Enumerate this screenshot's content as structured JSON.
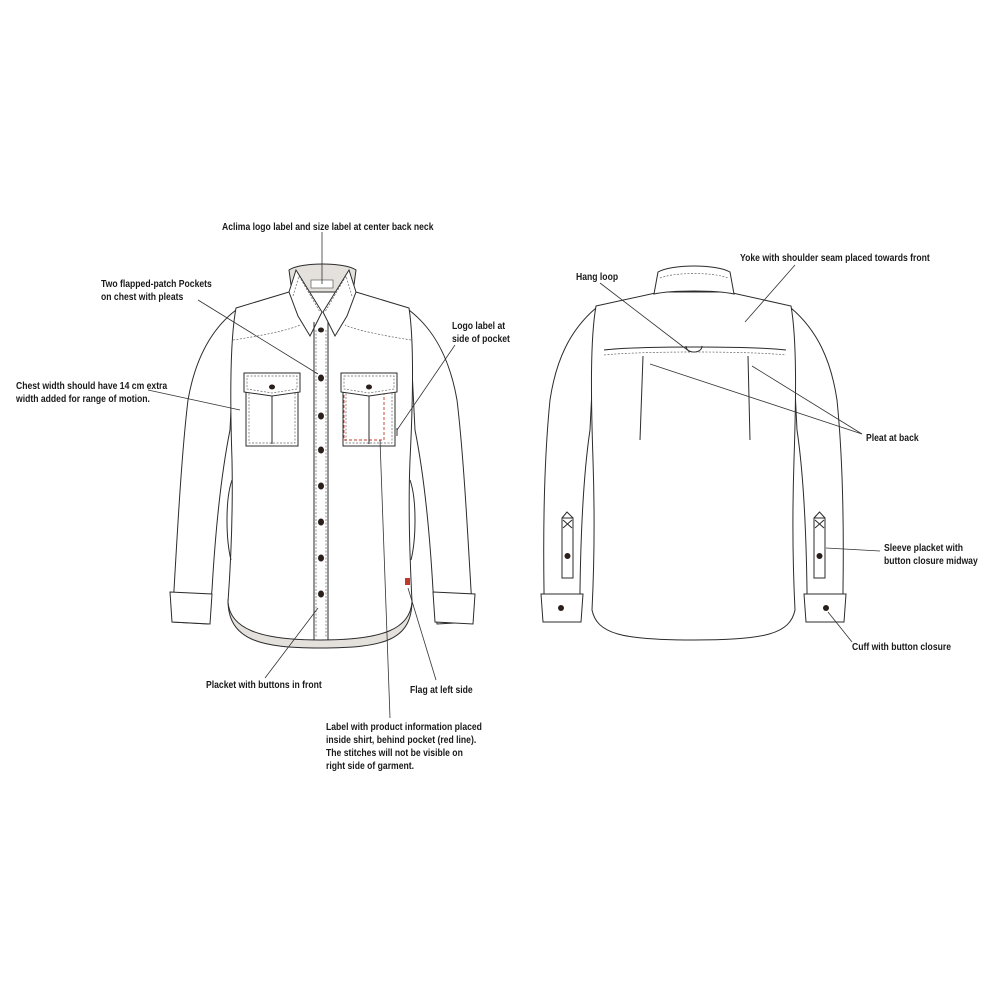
{
  "labels": {
    "logo_neck": [
      "Aclima logo label and size label at center back neck"
    ],
    "pockets": [
      "Two flapped-patch Pockets",
      "on chest with pleats"
    ],
    "chest_width": [
      "Chest width should have 14 cm extra",
      "width added for range of motion."
    ],
    "logo_pocket": [
      "Logo label at",
      "side of pocket"
    ],
    "placket": [
      "Placket with buttons in front"
    ],
    "flag": [
      "Flag at left side"
    ],
    "product_label": [
      "Label with product information placed",
      "inside shirt, behind pocket (red line).",
      "The stitches will not be visible on",
      "right side of garment."
    ],
    "hang_loop": [
      "Hang loop"
    ],
    "yoke": [
      "Yoke with shoulder seam placed towards front"
    ],
    "pleat": [
      "Pleat at back"
    ],
    "sleeve_placket": [
      "Sleeve placket with",
      "button closure midway"
    ],
    "cuff": [
      "Cuff with button closure"
    ]
  },
  "colors": {
    "line": "#2b2b2b",
    "stitch": "#555555",
    "shade": "#e4e1dc",
    "button": "#2a1f1a",
    "accent_red": "#c0392b"
  }
}
